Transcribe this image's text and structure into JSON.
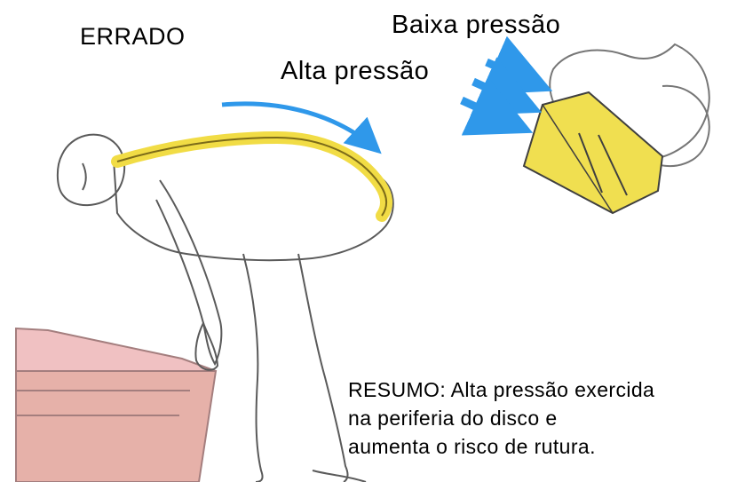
{
  "title": "ERRADO",
  "labels": {
    "low_pressure": "Baixa pressão",
    "high_pressure": "Alta pressão"
  },
  "summary": {
    "line1": "RESUMO: Alta pressão exercida",
    "line2": "na periferia do disco e",
    "line3": "aumenta o risco de rutura."
  },
  "colors": {
    "arrow": "#2f98ea",
    "spine": "#f1dc45",
    "disc": "#f0df50",
    "outline": "#5a5a5a",
    "box_top": "#f0c1c2",
    "box_side": "#d8a9a1",
    "box_front": "#e6b1a9"
  }
}
